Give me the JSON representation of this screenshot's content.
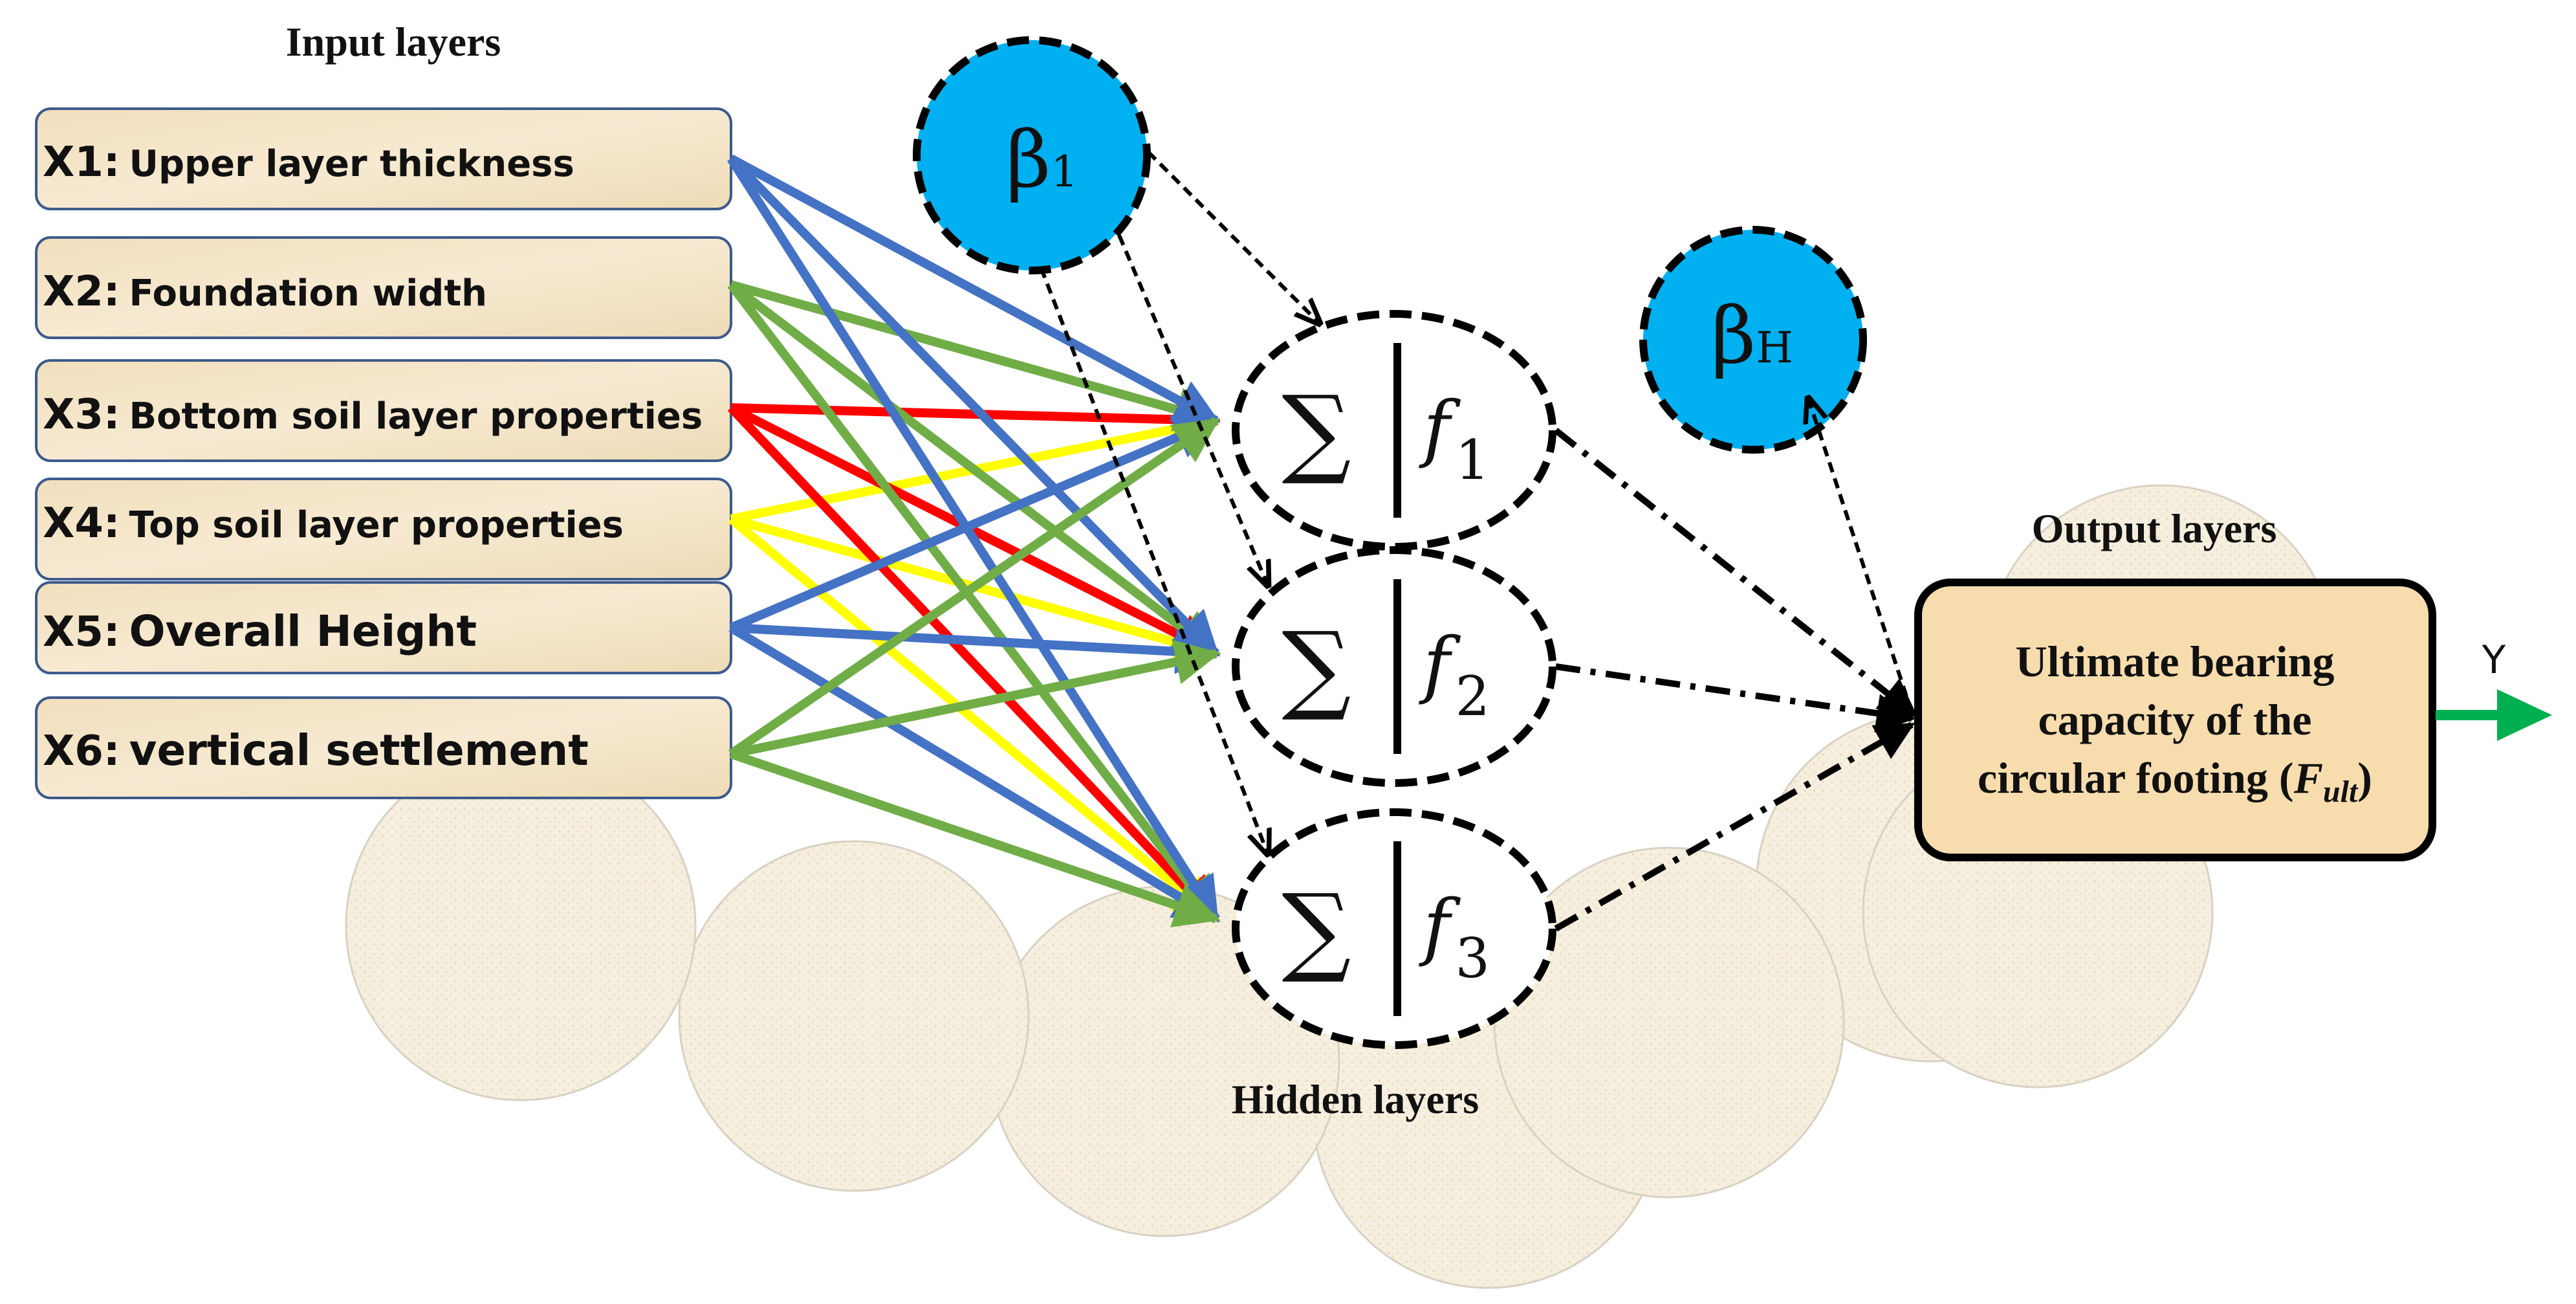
{
  "titles": {
    "input": "Input layers",
    "hidden": "Hidden layers",
    "output": "Output layers"
  },
  "inputs": [
    {
      "id": "X1:",
      "text": "Upper layer thickness",
      "color": "#4472c4"
    },
    {
      "id": "X2:",
      "text": "Foundation width",
      "color": "#70ad47"
    },
    {
      "id": "X3:",
      "text": "Bottom soil layer properties",
      "color": "#ff0000"
    },
    {
      "id": "X4:",
      "text": "Top soil layer properties",
      "color": "#ffff00"
    },
    {
      "id": "X5:",
      "text": "Overall Height",
      "color": "#4472c4"
    },
    {
      "id": "X6:",
      "text": "vertical settlement",
      "color": "#70ad47"
    }
  ],
  "hidden_nodes": [
    {
      "sum": "∑",
      "func": "f",
      "sub": "1"
    },
    {
      "sum": "∑",
      "func": "f",
      "sub": "2"
    },
    {
      "sum": "∑",
      "func": "f",
      "sub": "3"
    }
  ],
  "bias_nodes": [
    {
      "symbol": "β",
      "sub": "1"
    },
    {
      "symbol": "β",
      "sub": "H"
    }
  ],
  "output": {
    "line1": "Ultimate bearing",
    "line2": "capacity of the",
    "line3_prefix": "circular footing (",
    "line3_var": "F",
    "line3_sub": "ult",
    "line3_suffix": ")"
  },
  "y_label": "Y",
  "colors": {
    "bias_fill": "#00b0f0",
    "input_box_fill": "#f3e4c4",
    "input_box_border": "#3d5a8a",
    "output_box_fill": "#f7dcae",
    "cloud_fill": "#f5eedd",
    "output_arrow": "#00b050"
  }
}
